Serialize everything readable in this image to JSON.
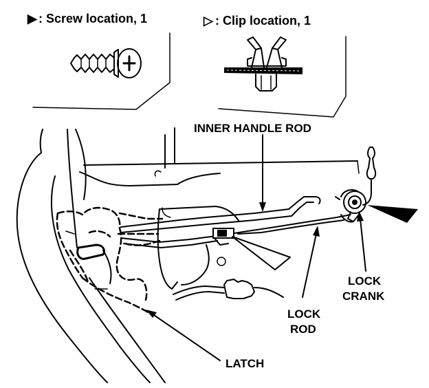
{
  "legend": {
    "screw": {
      "symbol": "▶",
      "text": ": Screw location, 1"
    },
    "clip": {
      "symbol": "▷",
      "text": ": Clip location, 1"
    }
  },
  "labels": {
    "inner_handle_rod": "INNER HANDLE ROD",
    "lock_crank_line1": "LOCK",
    "lock_crank_line2": "CRANK",
    "lock_rod_line1": "LOCK",
    "lock_rod_line2": "ROD",
    "latch": "LATCH"
  },
  "colors": {
    "ink": "#000000",
    "paper": "#ffffff"
  }
}
